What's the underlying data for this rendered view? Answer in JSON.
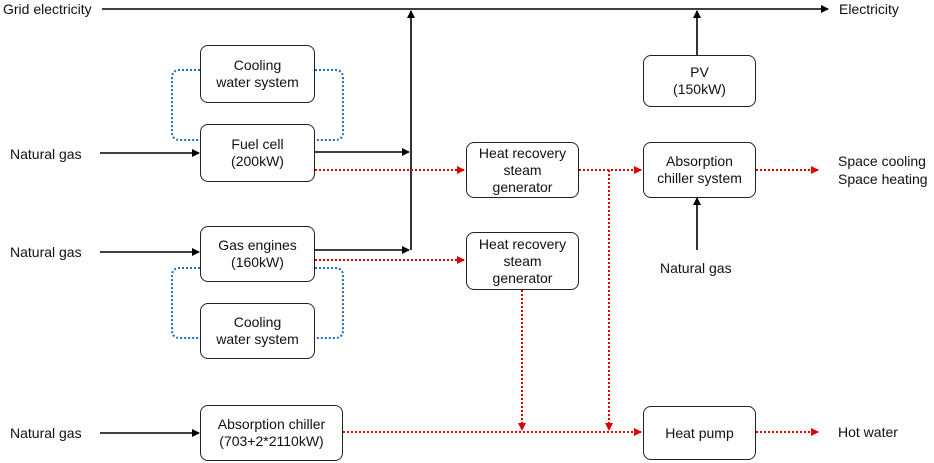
{
  "boxes": {
    "cooling_top": "Cooling\nwater system",
    "fuel_cell": "Fuel cell\n(200kW)",
    "gas_engines": "Gas engines\n(160kW)",
    "cooling_bottom": "Cooling\nwater system",
    "abs_chiller_main": "Absorption chiller\n(703+2*2110kW)",
    "hrsg_top": "Heat recovery\nsteam\ngenerator",
    "hrsg_bottom": "Heat recovery\nsteam\ngenerator",
    "pv": "PV\n(150kW)",
    "abs_chiller_system": "Absorption\nchiller system",
    "heat_pump": "Heat pump"
  },
  "labels": {
    "grid_electricity": "Grid electricity",
    "electricity": "Electricity",
    "natural_gas_1": "Natural gas",
    "natural_gas_2": "Natural gas",
    "natural_gas_3": "Natural gas",
    "natural_gas_4": "Natural gas",
    "space_cooling": "Space cooling",
    "space_heating": "Space heating",
    "hot_water": "Hot water"
  },
  "colors": {
    "electric_line": "#000000",
    "heat_line": "#e00000",
    "cooling_loop": "#1f6fc0"
  }
}
